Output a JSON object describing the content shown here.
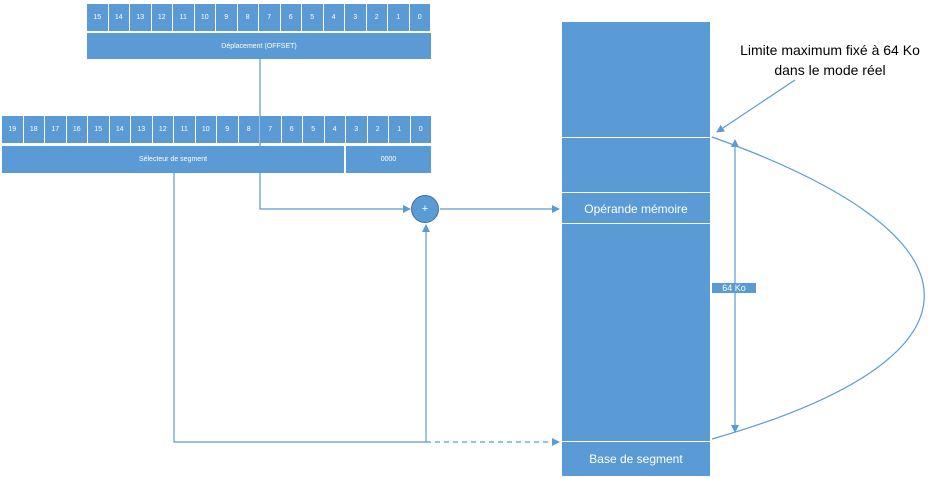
{
  "offset_register": {
    "bits": [
      "15",
      "14",
      "13",
      "12",
      "11",
      "10",
      "9",
      "8",
      "7",
      "6",
      "5",
      "4",
      "3",
      "2",
      "1",
      "0"
    ],
    "label": "Déplacement (OFFSET)"
  },
  "segment_register": {
    "bits": [
      "19",
      "18",
      "17",
      "16",
      "15",
      "14",
      "13",
      "12",
      "11",
      "10",
      "9",
      "8",
      "7",
      "6",
      "5",
      "4",
      "3",
      "2",
      "1",
      "0"
    ],
    "selector_label": "Sélecteur de segment",
    "zero_label": "0000"
  },
  "adder": {
    "symbol": "+"
  },
  "memory": {
    "operand_label": "Opérande mémoire",
    "base_label": "Base de segment",
    "size_label": "64 Ko"
  },
  "note": {
    "line1": "Limite maximum fixé à 64 Ko",
    "line2": "dans le mode réel"
  },
  "colors": {
    "fill": "#5b9bd5",
    "line": "#5b9bd5",
    "text_on_fill": "#ffffff"
  }
}
